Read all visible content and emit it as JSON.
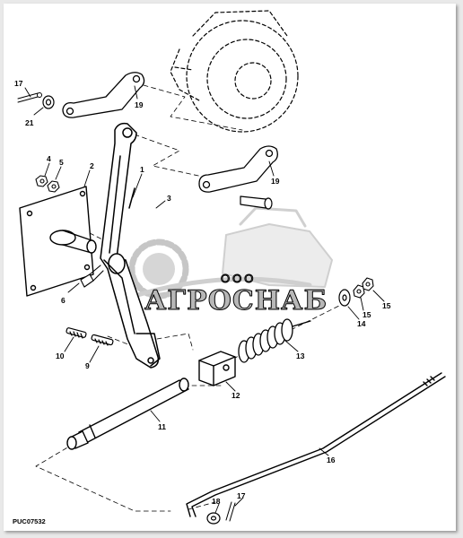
{
  "diagram": {
    "drawing_code": "PUC07532",
    "watermark": {
      "prefix": "ООО",
      "name": "АГРОСНАБ"
    },
    "callouts": {
      "c1": "1",
      "c2": "2",
      "c3": "3",
      "c4": "4",
      "c5": "5",
      "c6": "6",
      "c9": "9",
      "c10": "10",
      "c11": "11",
      "c12": "12",
      "c13": "13",
      "c14": "14",
      "c15a": "15",
      "c15b": "15",
      "c16": "16",
      "c17a": "17",
      "c17b": "17",
      "c18": "18",
      "c19a": "19",
      "c19b": "19",
      "c21": "21"
    }
  }
}
